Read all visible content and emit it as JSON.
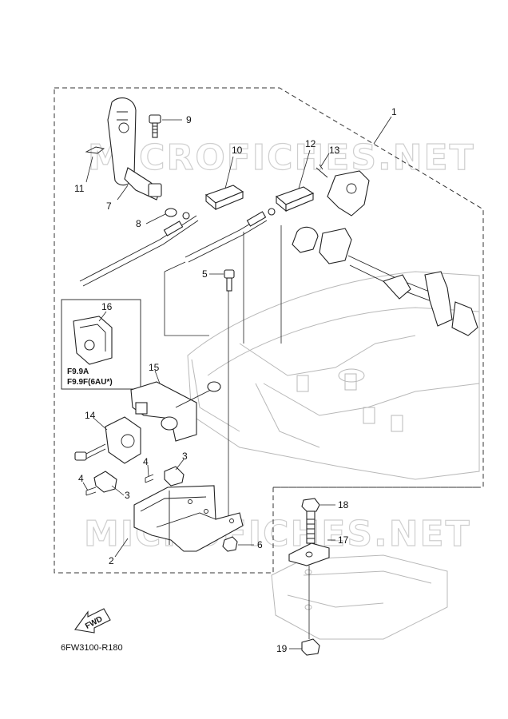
{
  "watermark": "MICROFICHES.NET",
  "callouts": {
    "c1": "1",
    "c2": "2",
    "c3a": "3",
    "c3b": "3",
    "c4a": "4",
    "c4b": "4",
    "c5": "5",
    "c6": "6",
    "c7": "7",
    "c8": "8",
    "c9": "9",
    "c10": "10",
    "c11": "11",
    "c12": "12",
    "c13": "13",
    "c14": "14",
    "c15": "15",
    "c16": "16",
    "c17": "17",
    "c18": "18",
    "c19": "19"
  },
  "inset": {
    "model_line1": "F9.9A",
    "model_line2": "F9.9F(6AU*)"
  },
  "fwd_label": "FWD",
  "diagram_code": "6FW3100-R180"
}
